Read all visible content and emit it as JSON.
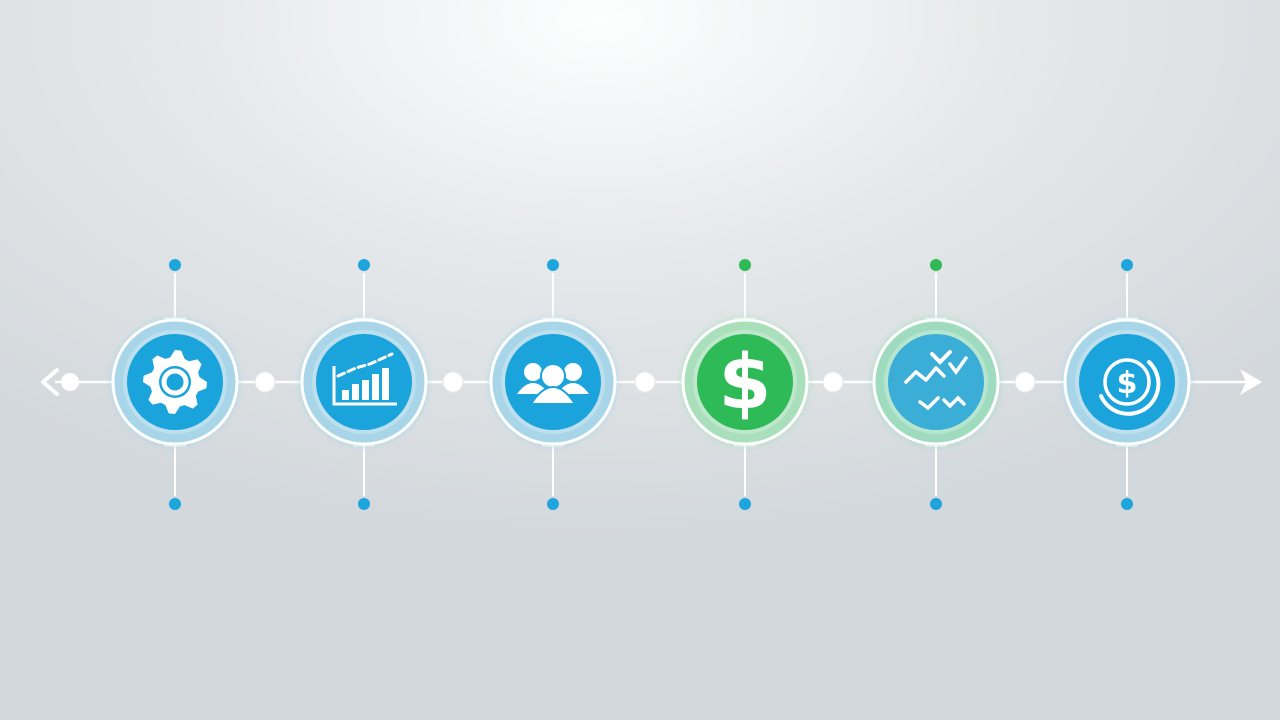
{
  "diagram": {
    "type": "horizontal-timeline",
    "arrows": {
      "left": "chevron-left-icon",
      "right": "chevron-right-icon"
    },
    "colors": {
      "blue": "#1ea6dc",
      "blue_dark": "#0f8fc8",
      "green": "#2dba57",
      "line": "#ffffff",
      "halo": "#cfe6f0"
    },
    "nodes": [
      {
        "name": "gear",
        "icon": "gear-icon",
        "fill": "#1ba3dc",
        "ring": "#a8d6e8",
        "top_dot": "#1ea6dc",
        "bottom_dot": "#1ea6dc"
      },
      {
        "name": "bar-chart",
        "icon": "bar-chart-icon",
        "fill": "#1ba3dc",
        "ring": "#a8d6e8",
        "top_dot": "#1ea6dc",
        "bottom_dot": "#1ea6dc"
      },
      {
        "name": "team",
        "icon": "team-icon",
        "fill": "#1ba3dc",
        "ring": "#a8d6e8",
        "top_dot": "#1ea6dc",
        "bottom_dot": "#1ea6dc"
      },
      {
        "name": "dollar",
        "icon": "dollar-icon",
        "fill": "#2dba57",
        "ring": "#a9dfbb",
        "top_dot": "#2dba57",
        "bottom_dot": "#1ea6dc"
      },
      {
        "name": "trend",
        "icon": "trend-icon",
        "fill": "#3aaed6",
        "ring": "#9fdcbf",
        "top_dot": "#2dba57",
        "bottom_dot": "#1ea6dc"
      },
      {
        "name": "coin",
        "icon": "dollar-coin-icon",
        "fill": "#1ba3dc",
        "ring": "#a8d6e8",
        "top_dot": "#1ea6dc",
        "bottom_dot": "#1ea6dc"
      }
    ]
  }
}
